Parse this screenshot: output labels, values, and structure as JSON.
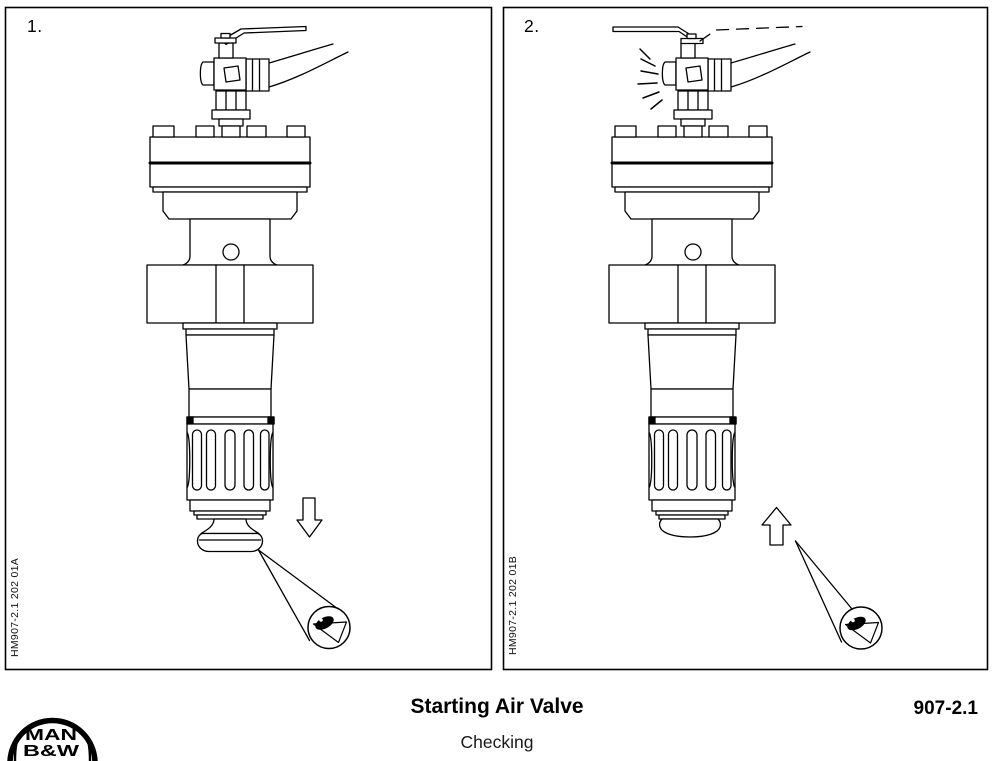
{
  "page": {
    "background": "#ffffff",
    "ink": "#000000"
  },
  "panels": [
    {
      "label": "1.",
      "figure_code": "HM907-2.1 202 01A",
      "icons": [
        "ball-valve-handle-closed",
        "air-hose",
        "arrow-down-icon",
        "inspection-eye-icon"
      ]
    },
    {
      "label": "2.",
      "figure_code": "HM907-2.1 202 01B",
      "icons": [
        "ball-valve-handle-open",
        "handle-previous-position-dashed",
        "air-spray-lines",
        "air-hose",
        "arrow-up-icon",
        "inspection-eye-icon"
      ]
    }
  ],
  "footer": {
    "logo": {
      "line1": "MAN",
      "line2": "B&W"
    },
    "title": "Starting Air Valve",
    "subtitle": "Checking",
    "page_ref": "907-2.1"
  }
}
